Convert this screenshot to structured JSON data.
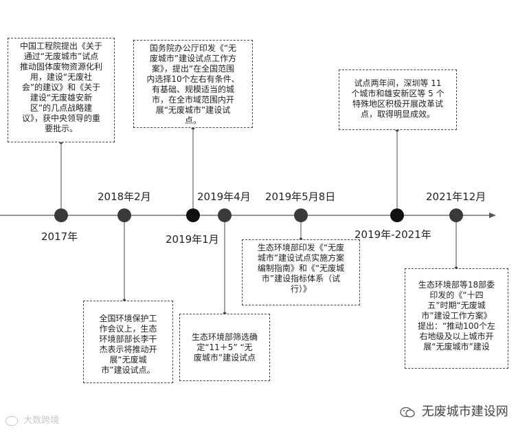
{
  "timeline": {
    "events": [
      {
        "id": "e2017",
        "date": "2017年",
        "text": "中国工程院提出《关于\n通过“无废城市”试点\n推动固体废物资源化利\n用，建设“无废社\n会”的建议》和《关于\n建设“无废雄安新\n区”的几点战略建\n议》，获中央领导的重\n要批示。"
      },
      {
        "id": "e2018-02",
        "date": "2018年2月",
        "text": "全国环境保护工\n作会议上，生态\n环境部部长李干\n杰表示将推动开\n展“无废城\n市”建设试点。"
      },
      {
        "id": "e2019-01",
        "date": "2019年1月",
        "text": "国务院办公厅印发《“无\n废城市”建设试点工作方\n案》，提出“在全国范围\n内选择10个左右有条件、\n有基础、规模适当的城\n市，在全市域范围内开\n展“无废城市”建设试\n点。"
      },
      {
        "id": "e2019-04",
        "date": "2019年4月",
        "text": "生态环境部筛选确\n定“11＋5” “无\n废城市”建设试点"
      },
      {
        "id": "e2019-05-08",
        "date": "2019年5月8日",
        "text": "生态环境部印发《“无废\n城市”建设试点实施方案\n编制指南》和《“无废城\n市”建设指标体系（试\n行）》"
      },
      {
        "id": "e2019-2021",
        "date": "2019年-2021年",
        "text": "试点两年间，深圳等 11\n个城市和雄安新区等 5 个\n特殊地区积极开展改革试\n点，取得明显成效。"
      },
      {
        "id": "e2021-12",
        "date": "2021年12月",
        "text": "生态环境部等18部委\n印发的《“十四\n五”时期“无废城\n市”建设工作方案》\n提出：“推动100个左\n右地级及以上城市开\n展“无废城市”建设"
      }
    ]
  },
  "watermarks": {
    "left": "大数跨境",
    "right": "无废城市建设网"
  },
  "colors": {
    "axis": "#555555",
    "node": "#3a3a3a",
    "node_dark": "#111111",
    "box_border": "#444444"
  },
  "icons": {
    "left": "sina-weibo-icon",
    "right": "wechat-icon"
  }
}
